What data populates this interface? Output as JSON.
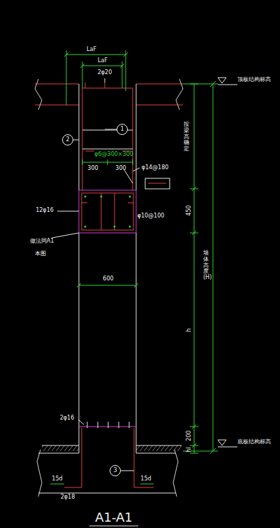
{
  "diagram": {
    "title": "A1-A1",
    "nodes": [
      {
        "text": [
          "1"
        ]
      },
      {
        "text": [
          "2"
        ]
      },
      {
        "text": [
          "3"
        ]
      }
    ],
    "labels": [
      "LaF",
      "LaF",
      "2φ20",
      "φ6@300×300",
      "300",
      "300",
      "φ14@180",
      "450",
      "12φ16",
      "φ10@100",
      "做法同A1",
      "本图",
      "600",
      "h",
      "2φ16",
      "200",
      "hl",
      "15d",
      "15d",
      "2φ18",
      "顶板结构标高",
      "底板结构标高",
      "按梁高确定",
      "墙体高度(H)"
    ]
  }
}
